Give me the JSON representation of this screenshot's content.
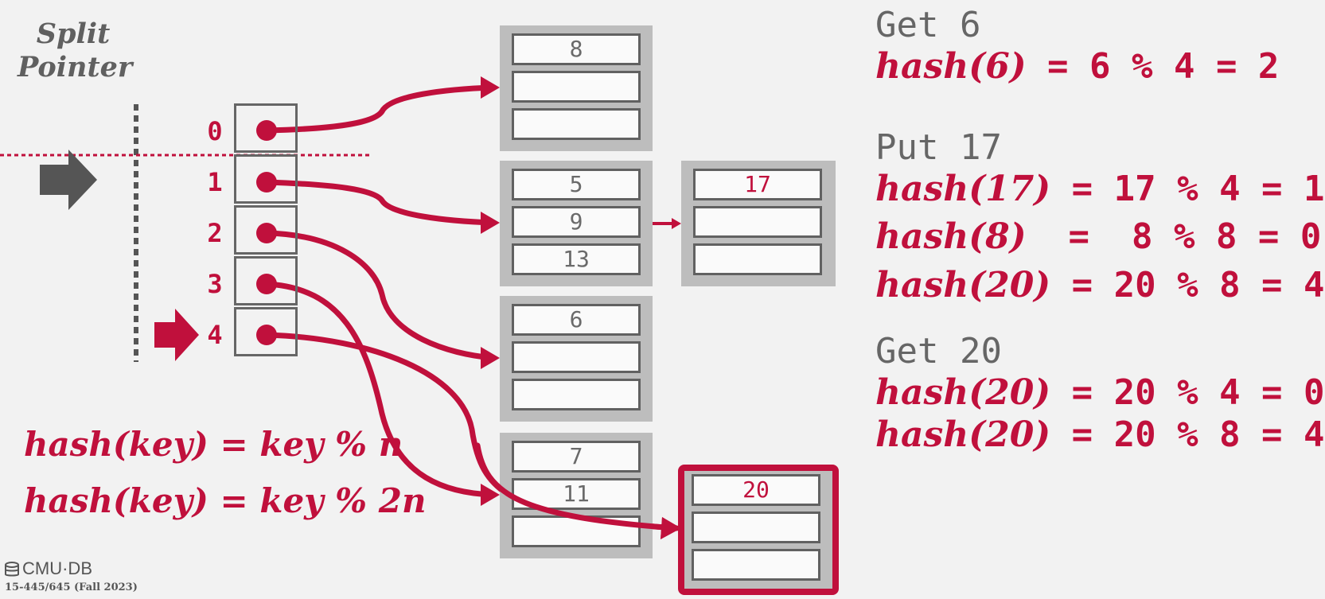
{
  "split_pointer_label": "Split\nPointer",
  "directory": {
    "slots": [
      "0",
      "1",
      "2",
      "3",
      "4"
    ]
  },
  "buckets": [
    {
      "cells": [
        "8",
        "",
        ""
      ]
    },
    {
      "cells": [
        "5",
        "9",
        "13"
      ]
    },
    {
      "cells": [
        "17",
        "",
        ""
      ]
    },
    {
      "cells": [
        "6",
        "",
        ""
      ]
    },
    {
      "cells": [
        "7",
        "11",
        ""
      ]
    },
    {
      "cells": [
        "20",
        "",
        ""
      ]
    }
  ],
  "formulas": [
    "hash(key) = key % n",
    "hash(key) = key % 2n"
  ],
  "operations": [
    {
      "title": "Get 6",
      "lines": [
        {
          "fn": "hash(6)",
          "rhs": "=  6 % 4 = 2"
        }
      ]
    },
    {
      "title": "Put 17",
      "lines": [
        {
          "fn": "hash(17)",
          "rhs": "=  17 % 4 = 1"
        },
        {
          "fn": "hash(8)",
          "rhs": " =  8 % 8 = 0"
        },
        {
          "fn": "hash(20)",
          "rhs": "=  20 % 8 = 4"
        }
      ]
    },
    {
      "title": "Get 20",
      "lines": [
        {
          "fn": "hash(20)",
          "rhs": "=  20 % 4 = 0"
        },
        {
          "fn": "hash(20)",
          "rhs": "=  20 % 8 = 4"
        }
      ]
    }
  ],
  "footer": {
    "logo": "CMU·DB",
    "course": "15-445/645 (Fall 2023)"
  },
  "colors": {
    "accent": "#c0103c",
    "gray_text": "#666666",
    "bucket_bg": "#bdbdbd",
    "cell_border": "#616161"
  }
}
